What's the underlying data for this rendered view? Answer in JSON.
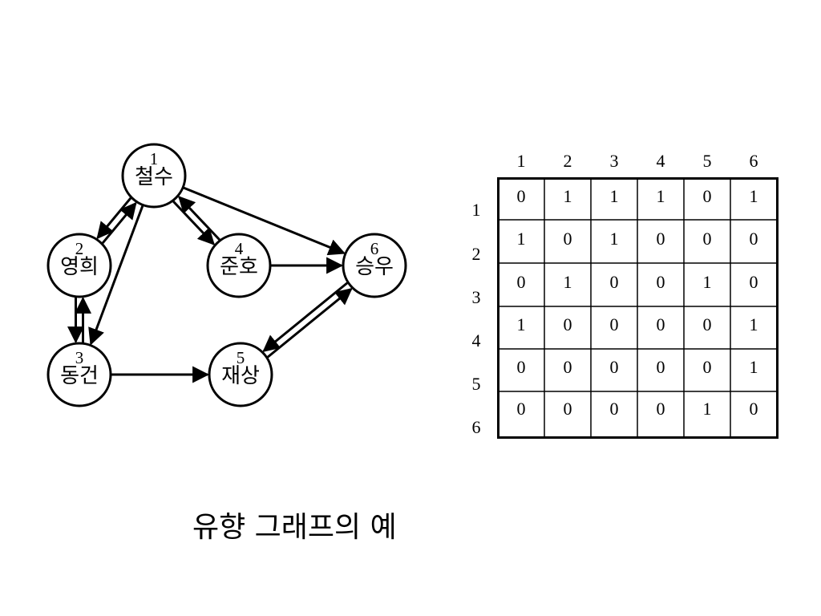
{
  "graph": {
    "nodes": [
      {
        "id": 1,
        "name": "철수"
      },
      {
        "id": 2,
        "name": "영희"
      },
      {
        "id": 3,
        "name": "동건"
      },
      {
        "id": 4,
        "name": "준호"
      },
      {
        "id": 5,
        "name": "재상"
      },
      {
        "id": 6,
        "name": "승우"
      }
    ],
    "edges": [
      [
        1,
        2
      ],
      [
        2,
        1
      ],
      [
        1,
        3
      ],
      [
        1,
        4
      ],
      [
        4,
        1
      ],
      [
        1,
        6
      ],
      [
        2,
        3
      ],
      [
        3,
        2
      ],
      [
        3,
        5
      ],
      [
        4,
        6
      ],
      [
        5,
        6
      ],
      [
        6,
        5
      ]
    ]
  },
  "matrix": {
    "col_headers": [
      "1",
      "2",
      "3",
      "4",
      "5",
      "6"
    ],
    "row_headers": [
      "1",
      "2",
      "3",
      "4",
      "5",
      "6"
    ],
    "rows": [
      [
        "0",
        "1",
        "1",
        "1",
        "0",
        "1"
      ],
      [
        "1",
        "0",
        "1",
        "0",
        "0",
        "0"
      ],
      [
        "0",
        "1",
        "0",
        "0",
        "1",
        "0"
      ],
      [
        "1",
        "0",
        "0",
        "0",
        "0",
        "1"
      ],
      [
        "0",
        "0",
        "0",
        "0",
        "0",
        "1"
      ],
      [
        "0",
        "0",
        "0",
        "0",
        "1",
        "0"
      ]
    ]
  },
  "caption": "유향 그래프의 예"
}
